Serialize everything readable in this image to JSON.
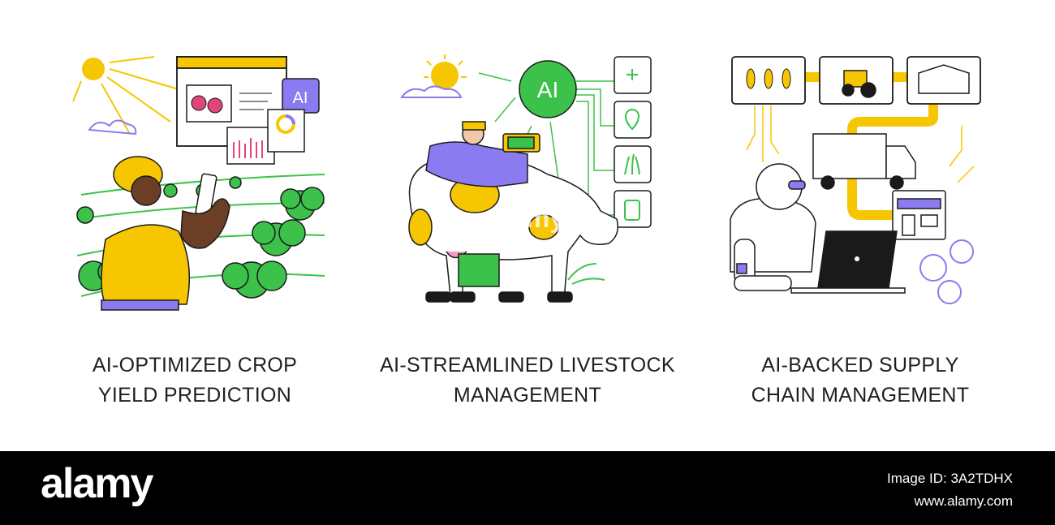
{
  "panels": [
    {
      "caption_line1": "AI-OPTIMIZED CROP",
      "caption_line2": "YIELD PREDICTION",
      "ai_label": "AI"
    },
    {
      "caption_line1": "AI-STREAMLINED LIVESTOCK",
      "caption_line2": "MANAGEMENT",
      "ai_label": "AI"
    },
    {
      "caption_line1": "AI-BACKED SUPPLY",
      "caption_line2": "CHAIN MANAGEMENT"
    }
  ],
  "watermark": {
    "brand": "alamy",
    "image_id": "Image ID: 3A2TDHX",
    "site": "www.alamy.com",
    "overlay": "alamy"
  },
  "colors": {
    "yellow": "#f6c700",
    "purple": "#8a7cf0",
    "green": "#3cc24a",
    "outline": "#1a1a1a",
    "skin": "#6b3e26"
  }
}
